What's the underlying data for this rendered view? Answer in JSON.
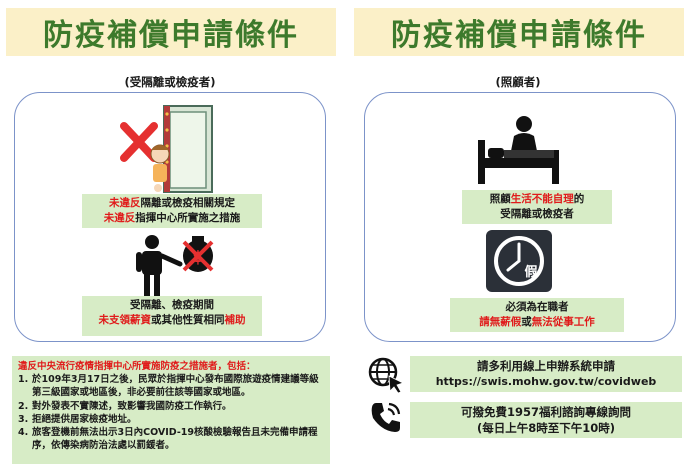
{
  "left": {
    "title": "防疫補償申請條件",
    "subtitle": "(受隔離或檢疫者)",
    "box1": {
      "line1_red": "未違反",
      "line1_rest": "隔離或檢疫相關規定",
      "line2_red": "未違反",
      "line2_rest": "指揮中心所實施之措施"
    },
    "box2": {
      "line1": "受隔離、檢疫期間",
      "line2_red1": "未支領薪資",
      "line2_mid": "或其他性質相同",
      "line2_red2": "補助"
    }
  },
  "right": {
    "title": "防疫補償申請條件",
    "subtitle": "(照顧者)",
    "box1": {
      "line1_pre": "照顧",
      "line1_red": "生活不能自理",
      "line1_post": "的",
      "line2": "受隔離或檢疫者"
    },
    "clock_char": "假",
    "box2": {
      "line1": "必須為在職者",
      "line2_red1": "請無薪假",
      "line2_mid": "或",
      "line2_red2": "無法從事工作"
    }
  },
  "notice": {
    "heading": "違反中央流行疫情指揮中心所實施防疫之措施者，包括：",
    "items": [
      {
        "num": "1.",
        "text": "於109年3月17日之後，民眾於指揮中心發布國際旅遊疫情建議等級第三級國家或地區後，非必要前往該等國家或地區。"
      },
      {
        "num": "2.",
        "text": "對外發表不實陳述，致影響我國防疫工作執行。"
      },
      {
        "num": "3.",
        "text": "拒絕提供居家檢疫地址。"
      },
      {
        "num": "4.",
        "text": "旅客登機前無法出示3日內COVID-19核酸檢驗報告且未完備申請程序，依傳染病防治法處以罰鍰者。"
      }
    ]
  },
  "contact": {
    "online_line1": "請多利用線上申辦系統申請",
    "online_url": "https://swis.mohw.gov.tw/covidweb",
    "hotline_line1": "可撥免費1957福利諮詢專線詢問",
    "hotline_line2": "(每日上午8時至下午10時)"
  },
  "colors": {
    "title_green": "#3d7a2c",
    "title_band": "#fbf0c8",
    "box_green": "#d7ecc6",
    "alert_red": "#e01b1b",
    "panel_border": "#7c93c9"
  },
  "icons": [
    "red-x-icon",
    "door-icon",
    "child-icon",
    "person-icon",
    "money-bag-icon",
    "bed-icon",
    "clock-icon",
    "globe-cursor-icon",
    "phone-icon"
  ]
}
